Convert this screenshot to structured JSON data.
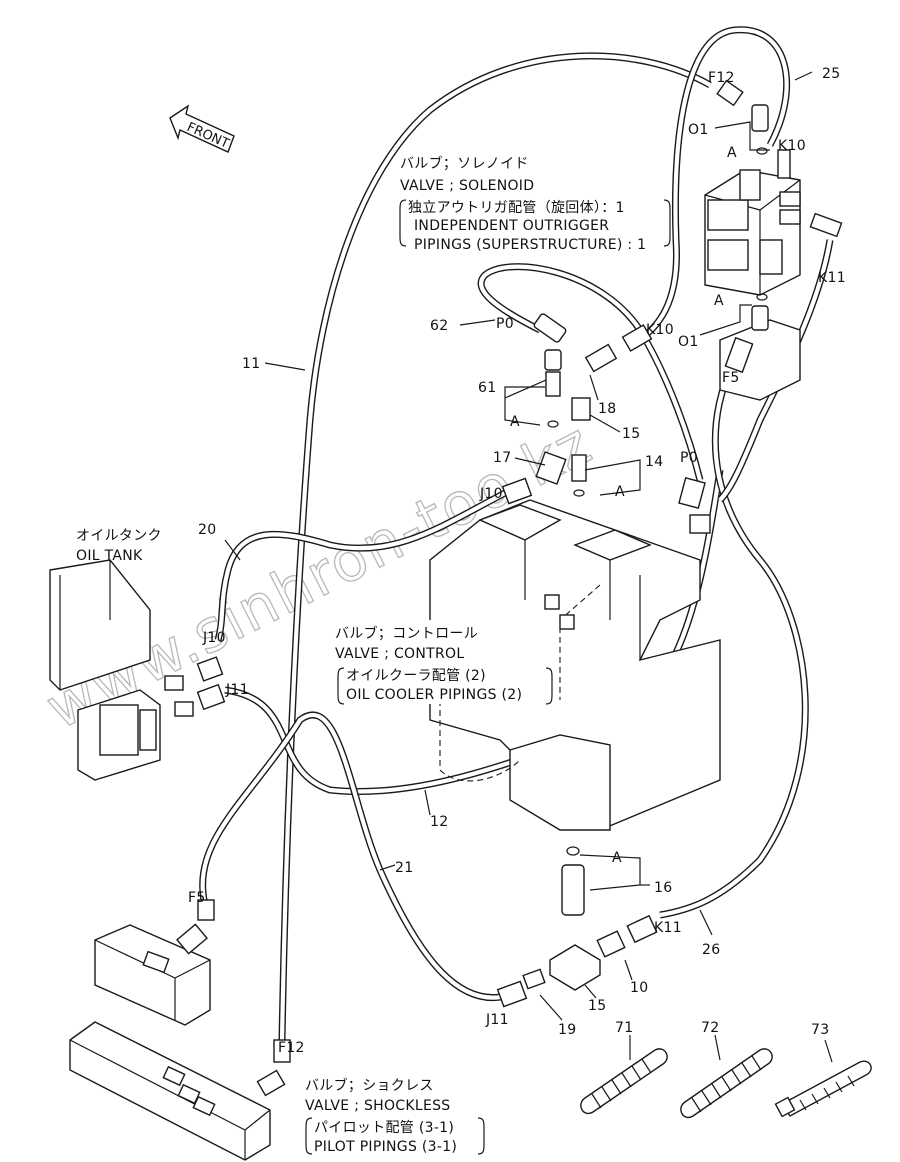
{
  "direction": {
    "label": "FRONT"
  },
  "groups": {
    "solenoid": {
      "jp": "バルブ；ソレノイド",
      "en": "VALVE ; SOLENOID",
      "sub_jp": "独立アウトリガ配管（旋回体）：1",
      "sub_en1": "INDEPENDENT  OUTRIGGER",
      "sub_en2": "PIPINGS (SUPERSTRUCTURE) : 1"
    },
    "oil_tank": {
      "jp": "オイルタンク",
      "en": "OIL  TANK"
    },
    "control": {
      "jp": "バルブ；コントロール",
      "en": "VALVE ; CONTROL",
      "sub_jp": "オイルクーラ配管 (2)",
      "sub_en": "OIL COOLER PIPINGS (2)"
    },
    "shockless": {
      "jp": "バルブ；ショクレス",
      "en": "VALVE ; SHOCKLESS",
      "sub_jp": "パイロット配管 (3-1)",
      "sub_en": "PILOT PIPINGS (3-1)"
    }
  },
  "callouts": {
    "c25": "25",
    "c11": "11",
    "c62": "62",
    "c61": "61",
    "c18": "18",
    "c15a": "15",
    "c17": "17",
    "c14": "14",
    "c20": "20",
    "c12": "12",
    "c21": "21",
    "c16": "16",
    "c26": "26",
    "c10": "10",
    "c15b": "15",
    "c19": "19",
    "c71": "71",
    "c72": "72",
    "c73": "73",
    "o1a": "O1",
    "o1b": "O1",
    "a1": "A",
    "a2": "A",
    "a3": "A",
    "a4": "A",
    "a5": "A"
  },
  "ports": {
    "f12a": "F12",
    "k10a": "K10",
    "k11a": "K11",
    "p0a": "P0",
    "k10b": "K10",
    "f5a": "F5",
    "p0b": "P0",
    "j10a": "J10",
    "j10b": "J10",
    "j11a": "J11",
    "f5b": "F5",
    "k11b": "K11",
    "j11b": "J11",
    "f12b": "F12"
  },
  "watermark": "www.sinhron-too.kz"
}
